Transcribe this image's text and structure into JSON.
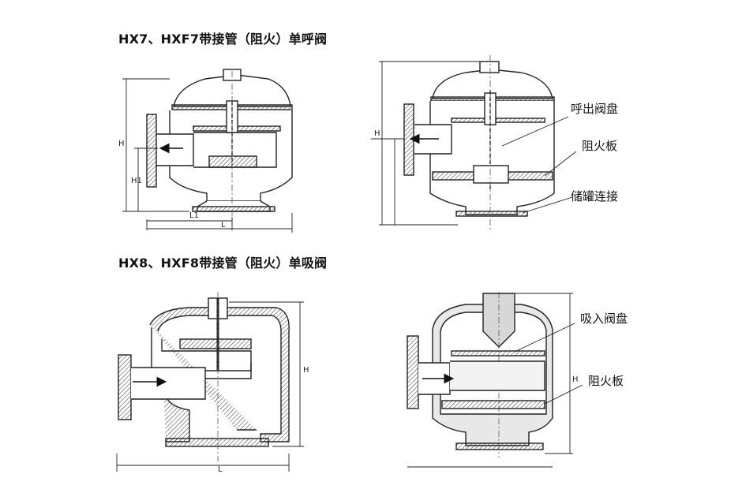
{
  "section1": {
    "title": "HX7、HXF7带接管（阻火）单呼阀",
    "callouts": [
      "呼出阀盘",
      "阻火板",
      "储罐连接"
    ],
    "dims": {
      "h": "H",
      "h1": "H1",
      "l1": "L1",
      "l": "L"
    }
  },
  "section2": {
    "title": "HX8、HXF8带接管（阻火）单吸阀",
    "callouts": [
      "吸入阀盘",
      "阻火板"
    ],
    "dims": {
      "h": "H",
      "l": "L"
    }
  },
  "colors": {
    "line": "#222222",
    "metal": "#6e6e6e",
    "light": "#d7d7d7"
  }
}
